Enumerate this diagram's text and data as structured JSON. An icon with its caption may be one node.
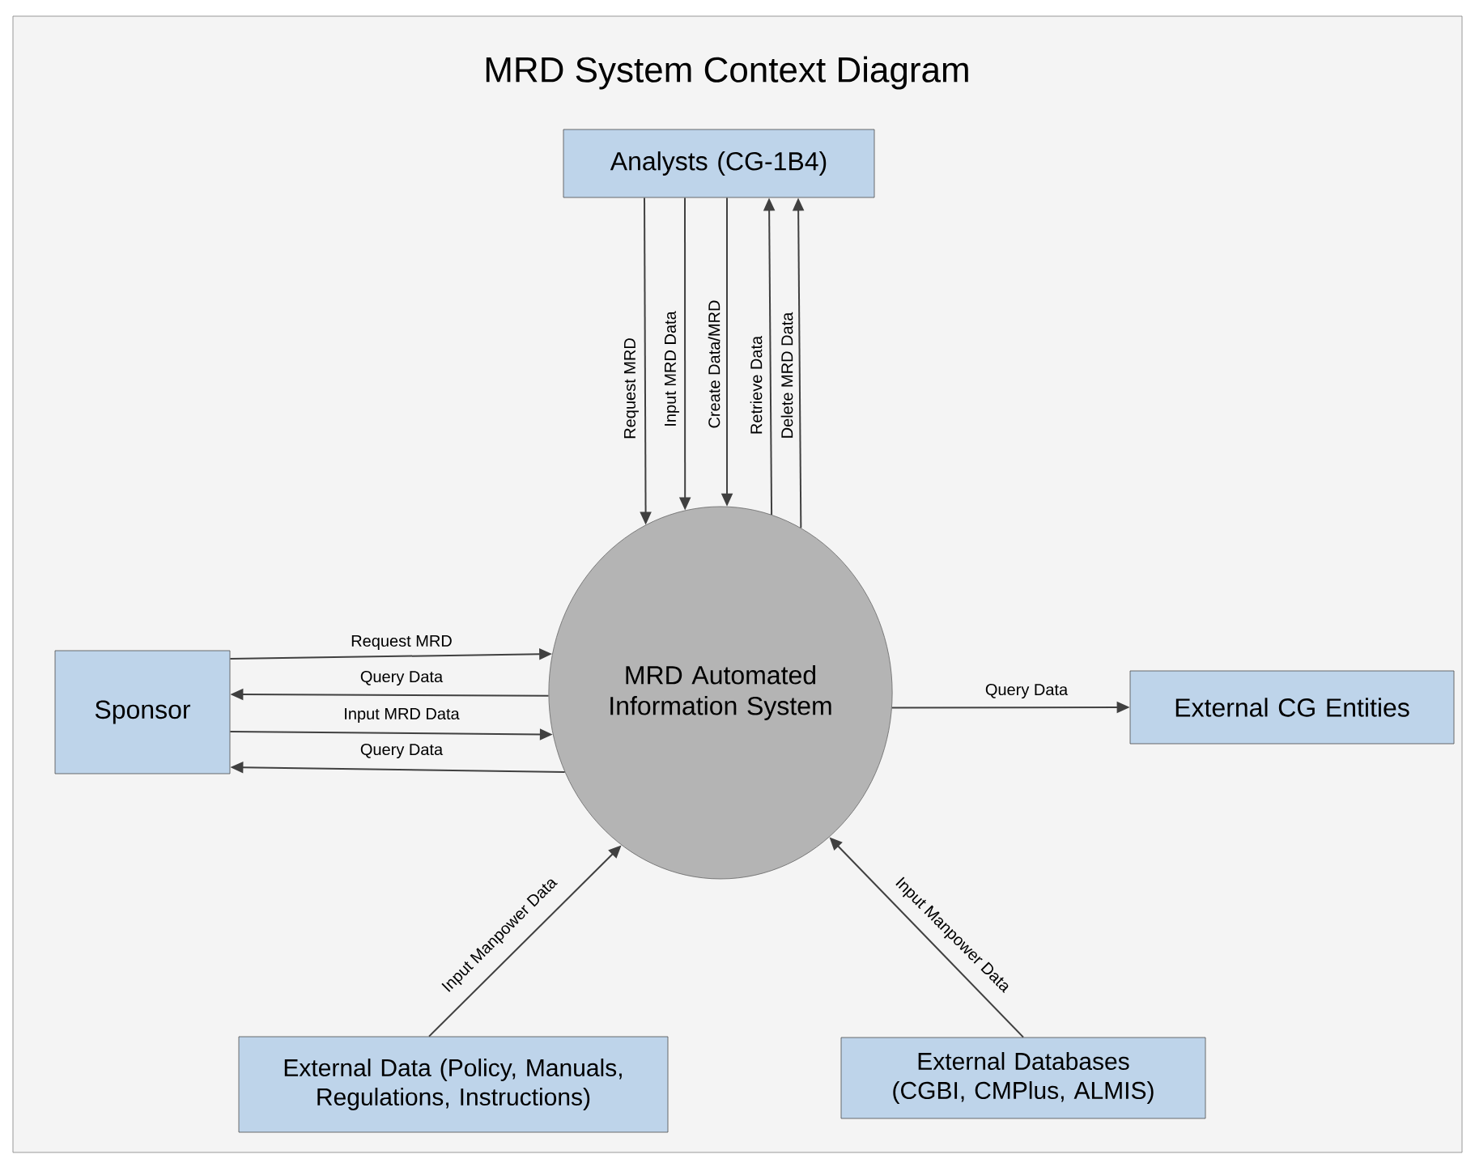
{
  "diagram": {
    "title": "MRD System Context Diagram",
    "nodes": [
      {
        "text": [
          "Analysts (CG-1B4)"
        ]
      },
      {
        "text": [
          "MRD Automated Information System"
        ]
      },
      {
        "text": [
          "Sponsor"
        ]
      },
      {
        "text": [
          "External CG Entities"
        ]
      },
      {
        "text": [
          "External Data (Policy, Manuals, Regulations, Instructions)"
        ]
      },
      {
        "text": [
          "External Databases (CGBI, CMPlus, ALMIS)"
        ]
      }
    ],
    "edges": [
      {
        "from": 0,
        "to": 1,
        "arrow": "to",
        "label": "Request MRD"
      },
      {
        "from": 0,
        "to": 1,
        "arrow": "to",
        "label": "Input MRD Data"
      },
      {
        "from": 0,
        "to": 1,
        "arrow": "to",
        "label": "Create Data/MRD"
      },
      {
        "from": 1,
        "to": 0,
        "arrow": "to",
        "label": "Retrieve Data"
      },
      {
        "from": 1,
        "to": 0,
        "arrow": "to",
        "label": "Delete MRD Data"
      },
      {
        "from": 2,
        "to": 1,
        "arrow": "to",
        "label": "Request MRD"
      },
      {
        "from": 1,
        "to": 2,
        "arrow": "to",
        "label": "Query Data"
      },
      {
        "from": 2,
        "to": 1,
        "arrow": "to",
        "label": "Input MRD Data"
      },
      {
        "from": 1,
        "to": 2,
        "arrow": "to",
        "label": "Query Data"
      },
      {
        "from": 1,
        "to": 3,
        "arrow": "to",
        "label": "Query Data"
      },
      {
        "from": 4,
        "to": 1,
        "arrow": "to",
        "label": "Input Manpower Data"
      },
      {
        "from": 5,
        "to": 1,
        "arrow": "to",
        "label": "Input Manpower Data"
      }
    ]
  }
}
